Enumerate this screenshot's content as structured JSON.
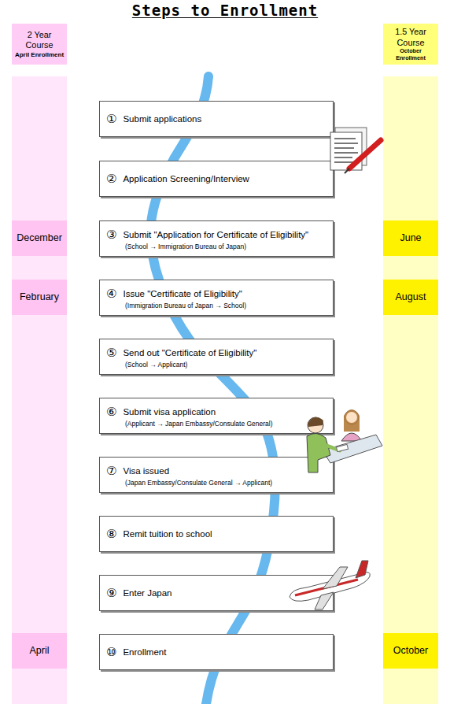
{
  "diagram": {
    "title": "Steps to Enrollment",
    "nodes": [
      {
        "text": [
          "2 Year Course",
          "April Enrollment"
        ]
      },
      {
        "text": [
          "1.5 Year Course",
          "October Enrollment"
        ]
      },
      {
        "text": [
          "①",
          "Submit applications"
        ]
      },
      {
        "text": [
          "②",
          "Application Screening/Interview"
        ]
      },
      {
        "text": [
          "December"
        ]
      },
      {
        "text": [
          "③",
          "Submit \"Application for Certificate of Eligibility\"",
          "(School → Immigration Bureau of Japan)"
        ]
      },
      {
        "text": [
          "June"
        ]
      },
      {
        "text": [
          "February"
        ]
      },
      {
        "text": [
          "④",
          "Issue \"Certificate of Eligibility\"",
          "(Immigration Bureau of Japan → School)"
        ]
      },
      {
        "text": [
          "August"
        ]
      },
      {
        "text": [
          "⑤",
          "Send out \"Certificate of Eligibility\"",
          "(School → Applicant)"
        ]
      },
      {
        "text": [
          "⑥",
          "Submit visa application",
          "(Applicant → Japan Embassy/Consulate General)"
        ]
      },
      {
        "text": [
          "⑦",
          "Visa issued",
          "(Japan Embassy/Consulate General → Applicant)"
        ]
      },
      {
        "text": [
          "⑧",
          "Remit tuition to school"
        ]
      },
      {
        "text": [
          "⑨",
          "Enter Japan"
        ]
      },
      {
        "text": [
          "April"
        ]
      },
      {
        "text": [
          "⑩",
          "Enrollment"
        ]
      },
      {
        "text": [
          "October"
        ]
      }
    ]
  }
}
